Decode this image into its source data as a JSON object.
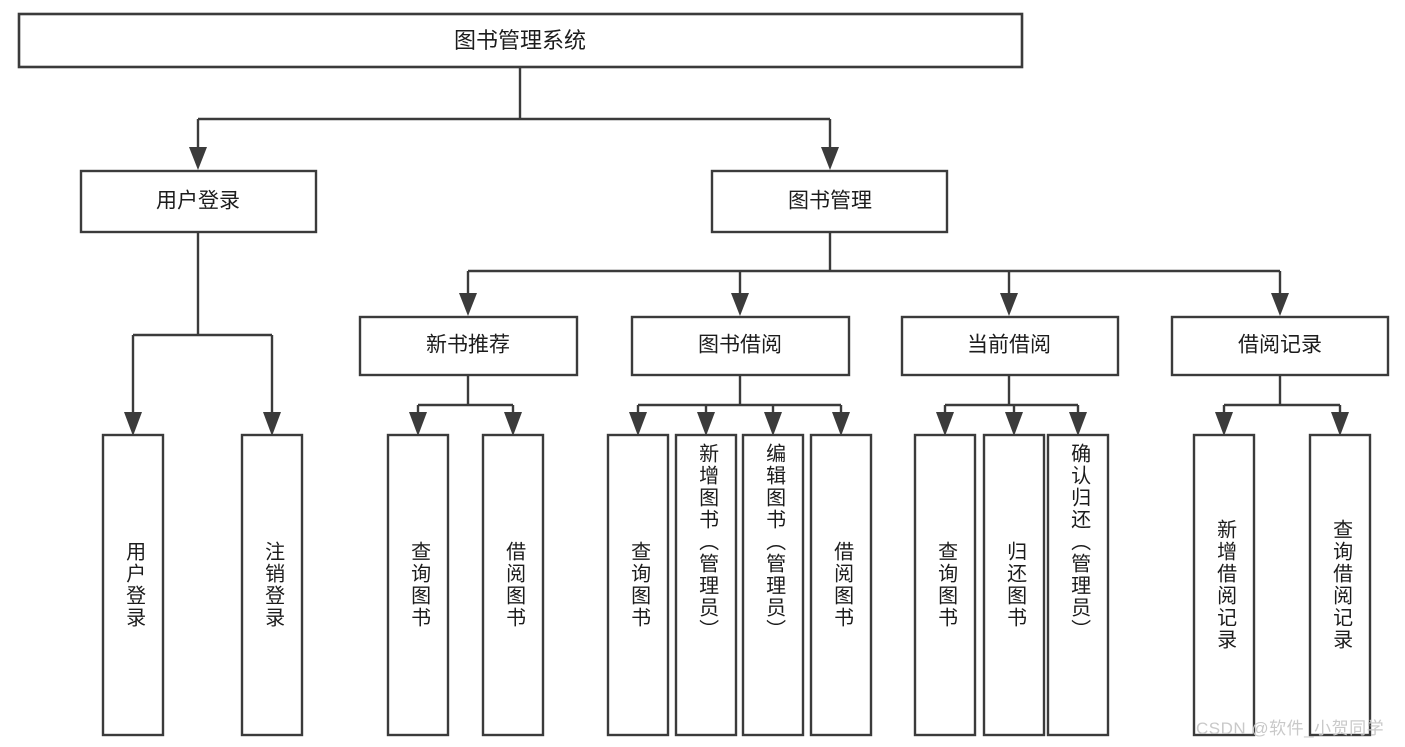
{
  "diagram": {
    "type": "tree-hierarchy",
    "orientation": "top-down",
    "root": {
      "id": "root",
      "label": "图书管理系统"
    },
    "level1": [
      {
        "id": "user-login",
        "label": "用户登录"
      },
      {
        "id": "book-management",
        "label": "图书管理"
      }
    ],
    "level2": [
      {
        "id": "new-book-recommend",
        "label": "新书推荐",
        "parent": "book-management"
      },
      {
        "id": "book-borrow",
        "label": "图书借阅",
        "parent": "book-management"
      },
      {
        "id": "current-borrow",
        "label": "当前借阅",
        "parent": "book-management"
      },
      {
        "id": "borrow-record",
        "label": "借阅记录",
        "parent": "book-management"
      }
    ],
    "leaves": [
      {
        "id": "leaf-user-login",
        "label": "用户登录",
        "parent": "user-login",
        "align": "center"
      },
      {
        "id": "leaf-user-logout",
        "label": "注销登录",
        "parent": "user-login",
        "align": "center"
      },
      {
        "id": "leaf-query-book-1",
        "label": "查询图书",
        "parent": "new-book-recommend",
        "align": "center"
      },
      {
        "id": "leaf-borrow-book-1",
        "label": "借阅图书",
        "parent": "new-book-recommend",
        "align": "center"
      },
      {
        "id": "leaf-query-book-2",
        "label": "查询图书",
        "parent": "book-borrow",
        "align": "center"
      },
      {
        "id": "leaf-add-book",
        "label": "新增图书（管理员）",
        "parent": "book-borrow",
        "align": "top"
      },
      {
        "id": "leaf-edit-book",
        "label": "编辑图书（管理员）",
        "parent": "book-borrow",
        "align": "top"
      },
      {
        "id": "leaf-borrow-book-2",
        "label": "借阅图书",
        "parent": "book-borrow",
        "align": "center"
      },
      {
        "id": "leaf-query-book-3",
        "label": "查询图书",
        "parent": "current-borrow",
        "align": "center"
      },
      {
        "id": "leaf-return-book",
        "label": "归还图书",
        "parent": "current-borrow",
        "align": "center"
      },
      {
        "id": "leaf-confirm-return",
        "label": "确认归还（管理员）",
        "parent": "current-borrow",
        "align": "top"
      },
      {
        "id": "leaf-add-record",
        "label": "新增借阅记录",
        "parent": "borrow-record",
        "align": "center"
      },
      {
        "id": "leaf-query-record",
        "label": "查询借阅记录",
        "parent": "borrow-record",
        "align": "center"
      }
    ],
    "colors": {
      "box_stroke": "#3b3b3b",
      "box_fill": "#ffffff",
      "text": "#1c1c1c",
      "connector": "#3b3b3b",
      "watermark": "#c9c9c9",
      "background": "#ffffff"
    }
  },
  "watermark": {
    "text": "CSDN @软件_小贺同学"
  }
}
